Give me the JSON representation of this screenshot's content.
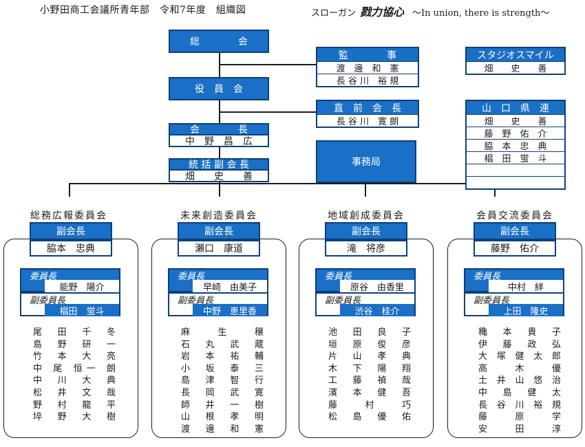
{
  "header": {
    "title": "小野田商工会議所青年部　令和7年度　組織図",
    "slogan_label": "スローガン",
    "slogan_main": "戮力協心",
    "slogan_en": "～In union, there is strength～"
  },
  "sokai": "総　　　　会",
  "yakuinkai": "役　員　会",
  "kaicho": {
    "label": "会　　　　長",
    "name": "中　野　昌　広"
  },
  "tokatsu": {
    "label": "統 括 副 会 長",
    "name": "畑　　史　　善"
  },
  "jimukyoku": "事務局",
  "kanji": {
    "label": "監　　　　事",
    "names": [
      "渡　邊　和　憲",
      "長 谷 川　裕 規"
    ]
  },
  "zenkaicho": {
    "label": "直　前　会　長",
    "names": [
      "長 谷 川　寛 朗"
    ]
  },
  "studio": {
    "label": "スタジオスマイル",
    "names": [
      "畑　　史　　善"
    ]
  },
  "kenren": {
    "label": "山　口　県　連",
    "names": [
      "畑　　史　　善",
      "藤　野　佑　介",
      "脇　本　忠　典",
      "椙　田　蛍　斗",
      ""
    ]
  },
  "committees": [
    {
      "name": "総務広報委員会",
      "vice_label": "副会長",
      "vice_name": "脇本　忠典",
      "chair_label": "委員長",
      "chair_name": "能野　陽介",
      "subchair_label": "副委員長",
      "subchair_name": "椙田　蛍斗",
      "members": [
        "尾 田 千 冬",
        "島 野 研 一",
        "竹 本 大 亮",
        "中 尾 恒一 朗",
        "中 川 大 典",
        "松 井 文 哉",
        "野 村 龍 平",
        "埣 野 大 樹"
      ]
    },
    {
      "name": "未来創造委員会",
      "vice_label": "副会長",
      "vice_name": "瀬口　康道",
      "chair_label": "委員長",
      "chair_name": "早崎　由美子",
      "subchair_label": "副委員長",
      "subchair_name": "中野　恵里香",
      "members": [
        "麻 生 穣",
        "石 丸 武 蔵",
        "岩 本 祐 輔",
        "小 坂 泰 三",
        "島 津 智 行",
        "長 岡 武 寛",
        "師 井 一 樹",
        "山 根 孝 明",
        "渡 邊 和 憲"
      ]
    },
    {
      "name": "地域創成委員会",
      "vice_label": "副会長",
      "vice_name": "滝　将彦",
      "chair_label": "委員長",
      "chair_name": "原谷　由香里",
      "subchair_label": "副委員長",
      "subchair_name": "渋谷　桂介",
      "members": [
        "池 田 良 子",
        "垣 原 俊 彦",
        "片 山 孝 典",
        "木 下 陽 翔",
        "工 藤 禎 哉",
        "濱 本 健 吾",
        "藤 村 巧",
        "松 島 優 佑"
      ]
    },
    {
      "name": "会員交流委員会",
      "vice_label": "副会長",
      "vice_name": "藤野　佑介",
      "chair_label": "委員長",
      "chair_name": "中村　絆",
      "subchair_label": "副委員長",
      "subchair_name": "上田　隆史",
      "members": [
        "穐 本 貴 子",
        "伊 藤 政 弘",
        "大 塚 健 太 郎",
        "高 木 優",
        "土 井 山 悠 治",
        "中 島 健 太",
        "長 谷 川 裕 規",
        "藤 原 学",
        "安 田 淳"
      ]
    }
  ],
  "colors": {
    "blue": "#1a6fc6",
    "border": "#0d3f7a"
  }
}
